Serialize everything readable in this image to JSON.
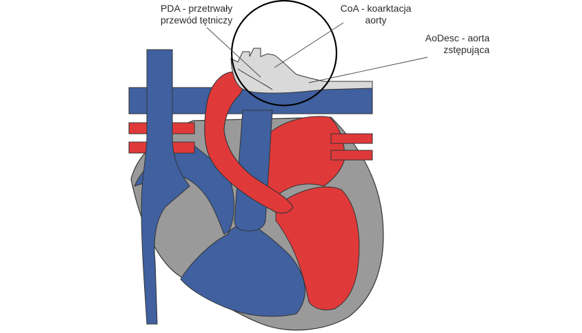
{
  "labels": {
    "pda": {
      "line1": "PDA - przetrwały",
      "line2": "przewód tętniczy"
    },
    "coa": {
      "line1": "CoA - koarktacja",
      "line2": "aorty"
    },
    "aodesc": {
      "line1": "AoDesc - aorta",
      "line2": "zstępująca"
    }
  },
  "colors": {
    "deoxygenated": "#40609f",
    "oxygenated": "#e0393a",
    "wall": "#9a9a9a",
    "aorta_highlight": "#d9d9d9",
    "outline": "#333333",
    "circle": "#000000"
  }
}
